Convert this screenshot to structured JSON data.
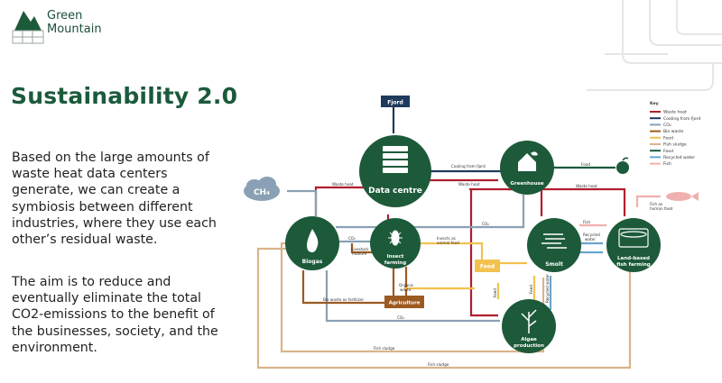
{
  "brand": {
    "line1": "Green",
    "line2": "Mountain"
  },
  "title": "Sustainability 2.0",
  "paragraph1": "Based on the large amounts of waste heat data centers generate, we can create a symbiosis between different industries, where they use each other’s residual waste.",
  "paragraph2": "The aim is to reduce and eventually eliminate the total CO2-emissions to the benefit of the businesses, society, and the environment.",
  "diagram": {
    "nodes": {
      "fjord": "Fjord",
      "ch4": "CH₄",
      "datacentre": "Data centre",
      "greenhouse": "Greenhouse",
      "biogas": "Biogas",
      "insect_line1": "Insect",
      "insect_line2": "farming",
      "smolt": "Smolt",
      "landfish_line1": "Land-based",
      "landfish_line2": "fish farming",
      "algae_line1": "Algae",
      "algae_line2": "production",
      "feed": "Feed",
      "agriculture": "Agriculture"
    },
    "labels": {
      "waste_heat_left": "Waste heat",
      "cooling_from_fjord": "Cooling from fjord",
      "waste_heat_mid": "Waste heat",
      "waste_heat_right": "Waste heat",
      "food": "Food",
      "co2_mid": "CO₂",
      "co2_left": "CO₂",
      "co2_bottom": "CO₂",
      "fish": "Fish",
      "fish_as_human_food_1": "Fish as",
      "fish_as_human_food_2": "human food",
      "recycled_water_1": "Recycled",
      "recycled_water_2": "water",
      "livestock_1": "Livestock",
      "livestock_2": "manure",
      "insects_feed_1": "Insects as",
      "insects_feed_2": "animal feed",
      "organic_1": "Organic",
      "organic_2": "waste",
      "bio_fertilizer": "Bio waste as fertilizer",
      "feed_vertical": "Feed",
      "feed_vertical2": "Feed",
      "recycled_vertical": "Recycled water",
      "fish_sludge_1": "Fish sludge",
      "fish_sludge_2": "Fish sludge"
    },
    "key": {
      "title": "Key",
      "items": [
        {
          "label": "Waste heat",
          "color": "#b01e2e"
        },
        {
          "label": "Cooling from fjord",
          "color": "#1f3a5c"
        },
        {
          "label": "CO₂",
          "color": "#8aa0b4"
        },
        {
          "label": "Bio waste",
          "color": "#9b5a22"
        },
        {
          "label": "Feed",
          "color": "#f2c14e"
        },
        {
          "label": "Fish sludge",
          "color": "#d9b48a"
        },
        {
          "label": "Food",
          "color": "#1b5a3c"
        },
        {
          "label": "Recycled water",
          "color": "#6aa5cf"
        },
        {
          "label": "Fish",
          "color": "#f0b0b0"
        }
      ]
    }
  },
  "colors": {
    "brand_green": "#1b5a3c",
    "node_green": "#1d5a3a"
  }
}
